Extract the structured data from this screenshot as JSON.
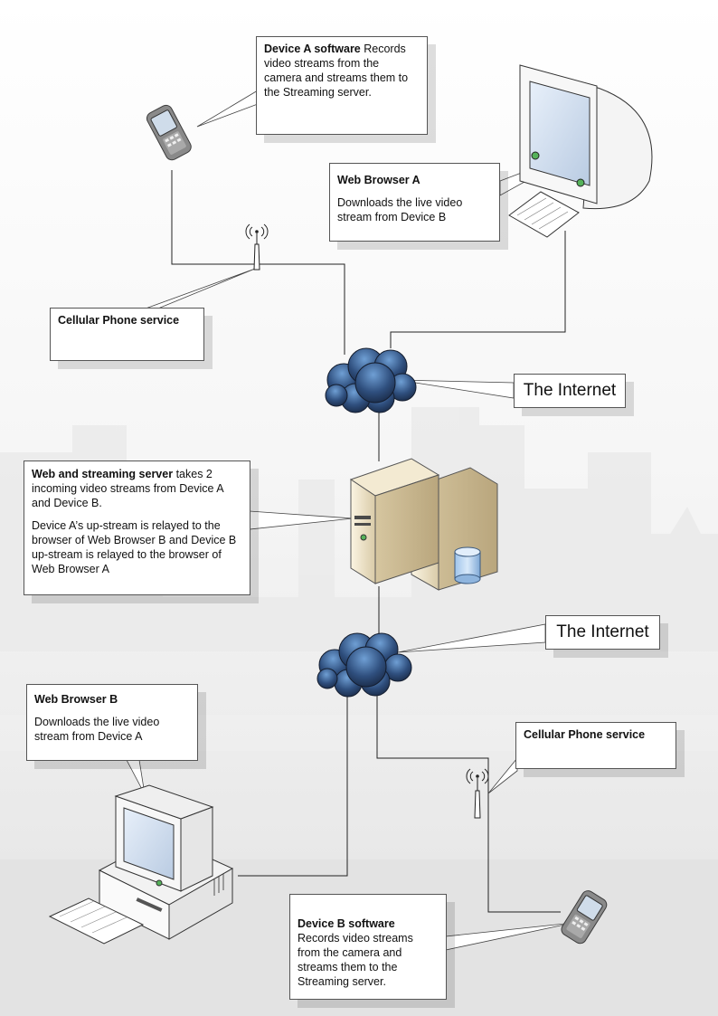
{
  "device_a": {
    "title": "Device A software",
    "desc": "Records video streams from the camera and streams them to the Streaming server."
  },
  "web_browser_a": {
    "title": "Web Browser A",
    "desc": "Downloads the live video stream from Device B"
  },
  "cellular_top": {
    "title": "Cellular Phone service"
  },
  "internet_top": {
    "label": "The Internet"
  },
  "server": {
    "title": "Web and streaming server",
    "desc": "takes 2 incoming video streams from Device A and Device B.",
    "desc2": "Device A’s up-stream is relayed to the browser of Web Browser B and Device B up-stream is relayed to the browser of Web Browser A"
  },
  "internet_bottom": {
    "label": "The Internet"
  },
  "web_browser_b": {
    "title": "Web Browser B",
    "desc": "Downloads the live video stream from Device A"
  },
  "cellular_bottom": {
    "title": "Cellular Phone service"
  },
  "device_b": {
    "title": "Device B software",
    "desc": "Records video streams from the camera and streams them to the Streaming server."
  },
  "colors": {
    "cloud": "#2b4a78",
    "connector": "#222222",
    "background_city": "#ececec"
  },
  "icons": [
    "mobile-phone-icon",
    "antenna-icon",
    "cloud-icon",
    "server-icon",
    "database-icon",
    "crt-monitor-icon",
    "desktop-computer-icon",
    "keyboard-icon"
  ]
}
